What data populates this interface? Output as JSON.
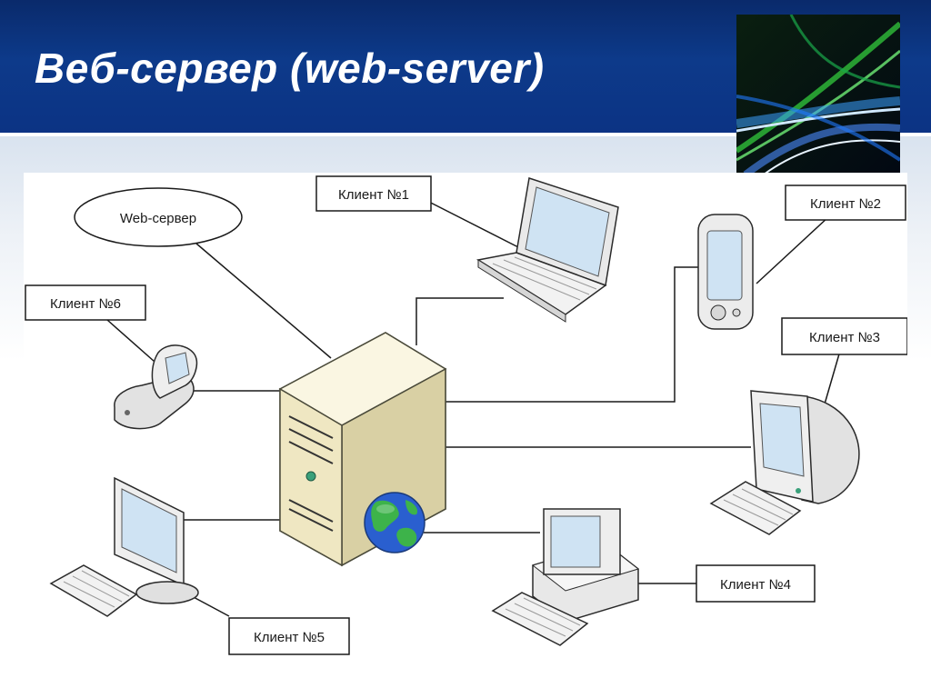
{
  "slide": {
    "title": "Веб-сервер (web-server)"
  },
  "diagram": {
    "server_label": "Web-сервер",
    "clients": [
      {
        "label": "Клиент №1",
        "device": "laptop"
      },
      {
        "label": "Клиент №2",
        "device": "pda"
      },
      {
        "label": "Клиент №3",
        "device": "crt-monitor"
      },
      {
        "label": "Клиент №4",
        "device": "desktop-computer"
      },
      {
        "label": "Клиент №5",
        "device": "flat-monitor"
      },
      {
        "label": "Клиент №6",
        "device": "mobile-phone"
      }
    ]
  },
  "colors": {
    "header_blue": "#0d3a8a",
    "title_text": "#ffffff",
    "line": "#1a1a1a",
    "server_beige": "#f2eccb"
  }
}
